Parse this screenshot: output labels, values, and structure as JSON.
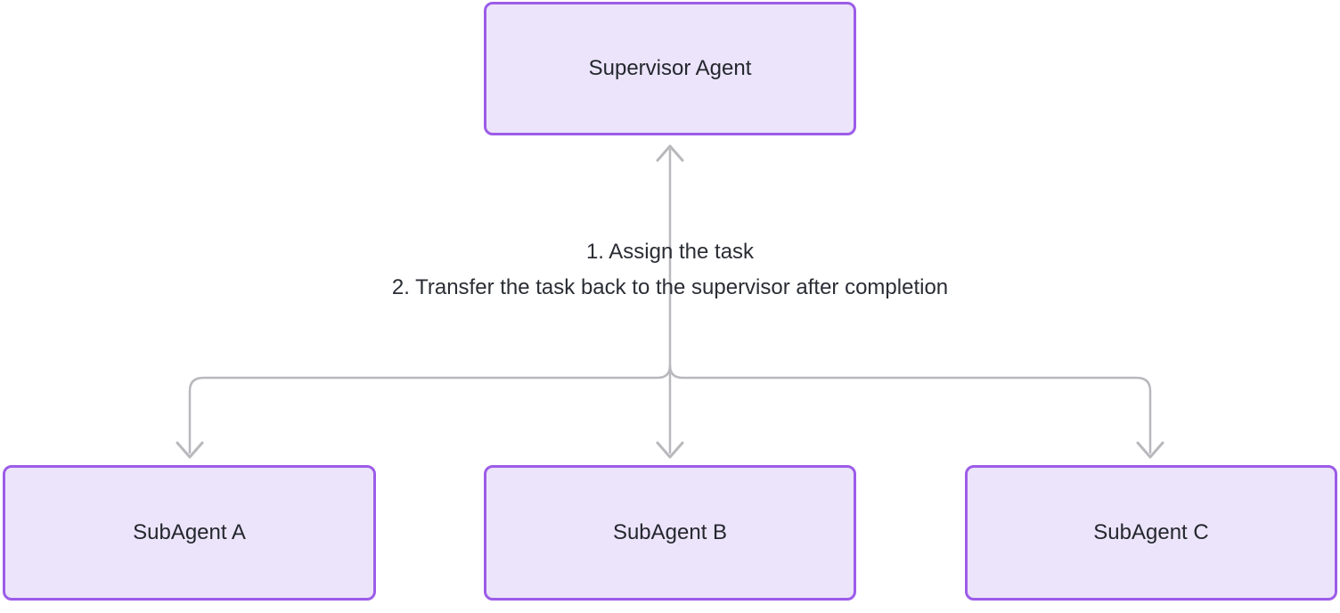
{
  "diagram": {
    "type": "flowchart",
    "nodes": {
      "supervisor": {
        "label": "Supervisor Agent"
      },
      "subagent_a": {
        "label": "SubAgent A"
      },
      "subagent_b": {
        "label": "SubAgent B"
      },
      "subagent_c": {
        "label": "SubAgent C"
      }
    },
    "edge_label": {
      "line1": "1. Assign the task",
      "line2": "2. Transfer the task back to the supervisor after completion"
    },
    "edges": [
      {
        "from": "subagents-junction",
        "to": "supervisor",
        "direction": "up"
      },
      {
        "from": "junction",
        "to": "subagent_a",
        "direction": "down"
      },
      {
        "from": "junction",
        "to": "subagent_b",
        "direction": "down"
      },
      {
        "from": "junction",
        "to": "subagent_c",
        "direction": "down"
      }
    ],
    "colors": {
      "node_fill": "#ece4fa",
      "node_border": "#9c5ce8",
      "node_text": "#24272e",
      "edge_line": "#b8b8bd",
      "label_text": "#2a2d34",
      "background": "#ffffff"
    }
  }
}
